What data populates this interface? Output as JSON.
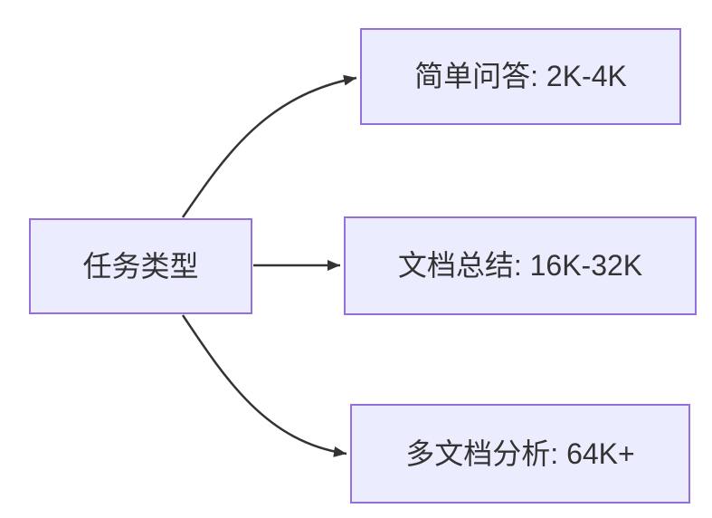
{
  "diagram": {
    "type": "flowchart-left-to-right",
    "root": {
      "label": "任务类型"
    },
    "branches": [
      {
        "label": "简单问答: 2K-4K"
      },
      {
        "label": "文档总结: 16K-32K"
      },
      {
        "label": "多文档分析: 64K+"
      }
    ],
    "colors": {
      "node_fill": "#ECECFF",
      "node_border": "#9370DB",
      "edge": "#333333",
      "text": "#333333"
    }
  }
}
